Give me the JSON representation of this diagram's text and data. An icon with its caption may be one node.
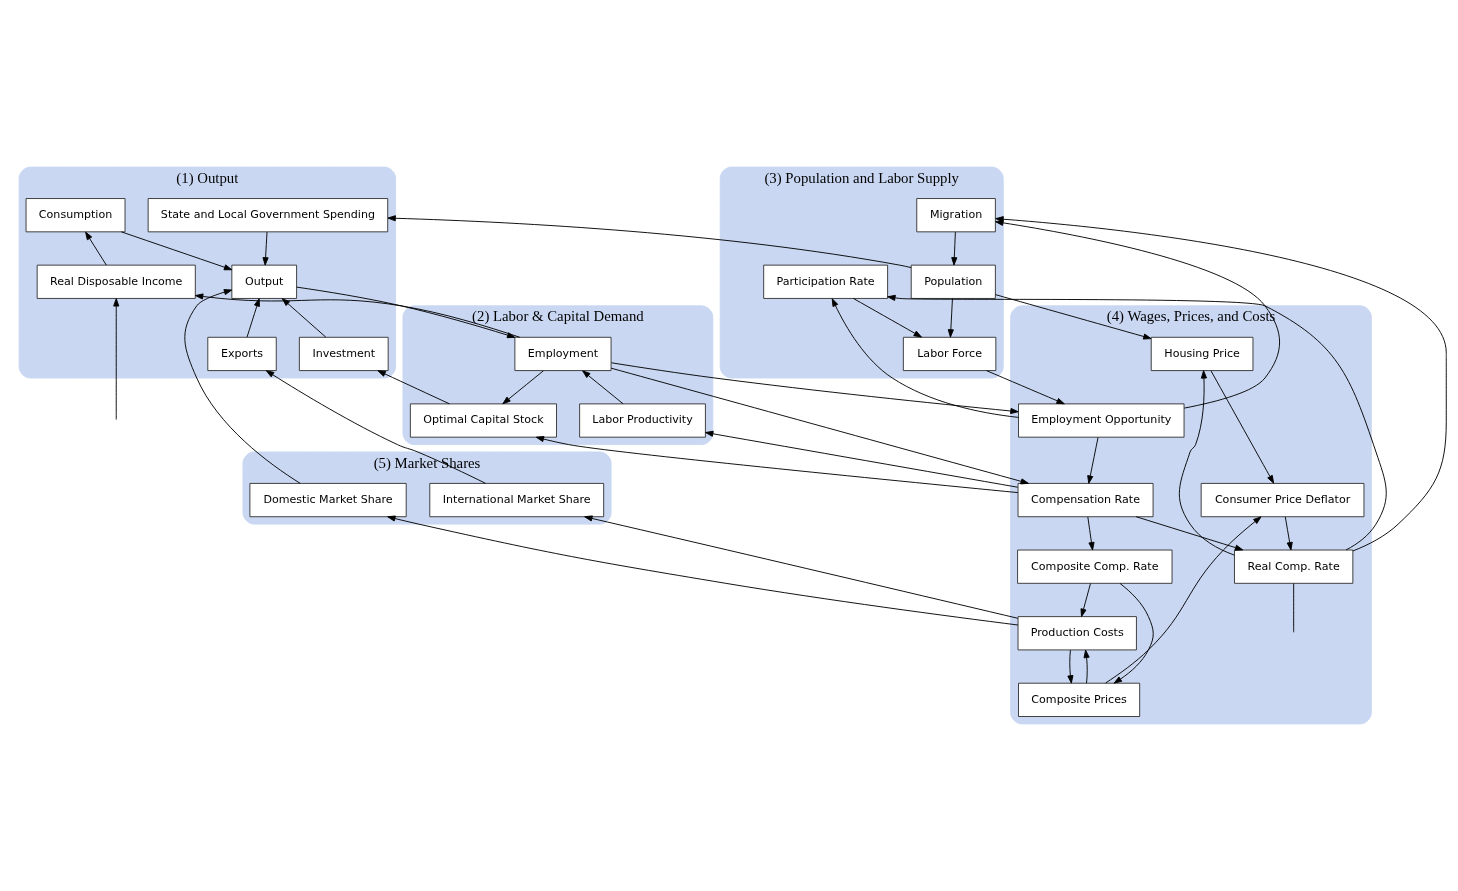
{
  "diagram": {
    "nodes": [
      {
        "text": [
          "(1) Output"
        ]
      },
      {
        "text": [
          "State and Local Government Spending"
        ],
        "in": 0
      },
      {
        "text": [
          "Output"
        ],
        "in": 0
      },
      {
        "text": [
          "Consumption"
        ],
        "in": 0
      },
      {
        "text": [
          "Investment"
        ],
        "in": 0
      },
      {
        "text": [
          "Exports"
        ],
        "in": 0
      },
      {
        "text": [
          "Real Disposable Income"
        ],
        "in": 0
      },
      {
        "text": [
          "(3) Population and Labor Supply"
        ]
      },
      {
        "text": [
          "Migration"
        ],
        "in": 7
      },
      {
        "text": [
          "Population"
        ],
        "in": 7
      },
      {
        "text": [
          "Participation Rate"
        ],
        "in": 7
      },
      {
        "text": [
          "Labor Force"
        ],
        "in": 7
      },
      {
        "text": [
          "(2) Labor & Capital Demand"
        ]
      },
      {
        "text": [
          "Optimal Capital Stock"
        ],
        "in": 12
      },
      {
        "text": [
          "Employment"
        ],
        "in": 12
      },
      {
        "text": [
          "Labor Productivity"
        ],
        "in": 12
      },
      {
        "text": [
          "(5) Market Shares"
        ]
      },
      {
        "text": [
          "Domestic Market Share"
        ],
        "in": 16
      },
      {
        "text": [
          "International Market Share"
        ],
        "in": 16
      },
      {
        "text": [
          "(4) Wages, Prices, and Costs"
        ]
      },
      {
        "text": [
          "Employment Opportunity"
        ],
        "in": 19
      },
      {
        "text": [
          "Compensation Rate"
        ],
        "in": 19
      },
      {
        "text": [
          "Composite Comp. Rate"
        ],
        "in": 19
      },
      {
        "text": [
          "Production Costs"
        ],
        "in": 19
      },
      {
        "text": [
          "Housing Price"
        ],
        "in": 19
      },
      {
        "text": [
          "Consumer Price Deflator"
        ],
        "in": 19
      },
      {
        "text": [
          "Real Comp. Rate"
        ],
        "in": 19
      },
      {
        "text": [
          "Composite Prices"
        ],
        "in": 19
      }
    ],
    "edges": [
      {
        "from": 1,
        "to": 2,
        "arrow": "to"
      },
      {
        "from": 3,
        "to": 2,
        "arrow": "to"
      },
      {
        "from": 6,
        "to": 3,
        "arrow": "to"
      },
      {
        "from": 4,
        "to": 2,
        "arrow": "to"
      },
      {
        "from": 5,
        "to": 2,
        "arrow": "to"
      },
      {
        "from": null,
        "to": 6,
        "arrow": "to"
      },
      {
        "from": 2,
        "to": 14,
        "arrow": "to"
      },
      {
        "from": 14,
        "to": 6,
        "arrow": "to"
      },
      {
        "from": 17,
        "to": 2,
        "arrow": "to"
      },
      {
        "from": 18,
        "to": 5,
        "arrow": "to"
      },
      {
        "from": 13,
        "to": 4,
        "arrow": "to"
      },
      {
        "from": 14,
        "to": 13,
        "arrow": "to"
      },
      {
        "from": 15,
        "to": 14,
        "arrow": "to"
      },
      {
        "from": 21,
        "to": 13,
        "arrow": "to"
      },
      {
        "from": 21,
        "to": 15,
        "arrow": "to"
      },
      {
        "from": 14,
        "to": 20,
        "arrow": "to"
      },
      {
        "from": 14,
        "to": 21,
        "arrow": "to"
      },
      {
        "from": 8,
        "to": 9,
        "arrow": "to"
      },
      {
        "from": 9,
        "to": 11,
        "arrow": "to"
      },
      {
        "from": 10,
        "to": 11,
        "arrow": "to"
      },
      {
        "from": 9,
        "to": 1,
        "arrow": "to"
      },
      {
        "from": 9,
        "to": 24,
        "arrow": "to"
      },
      {
        "from": 11,
        "to": 20,
        "arrow": "to"
      },
      {
        "from": 20,
        "to": 8,
        "arrow": "to"
      },
      {
        "from": 20,
        "to": 10,
        "arrow": "to"
      },
      {
        "from": 20,
        "to": 21,
        "arrow": "to"
      },
      {
        "from": 21,
        "to": 22,
        "arrow": "to"
      },
      {
        "from": 21,
        "to": 26,
        "arrow": "to"
      },
      {
        "from": 22,
        "to": 23,
        "arrow": "to"
      },
      {
        "from": 22,
        "to": 27,
        "arrow": "to"
      },
      {
        "from": 23,
        "to": 17,
        "arrow": "to"
      },
      {
        "from": 23,
        "to": 18,
        "arrow": "to"
      },
      {
        "from": 23,
        "to": 27,
        "arrow": "to"
      },
      {
        "from": 27,
        "to": 23,
        "arrow": "to"
      },
      {
        "from": 24,
        "to": 25,
        "arrow": "to"
      },
      {
        "from": 25,
        "to": 26,
        "arrow": "to"
      },
      {
        "from": 27,
        "to": 25,
        "arrow": "to"
      },
      {
        "from": 26,
        "to": 8,
        "arrow": "to"
      },
      {
        "from": 26,
        "to": 10,
        "arrow": "to"
      },
      {
        "from": 26,
        "to": 24,
        "arrow": "to"
      },
      {
        "from": 26,
        "to": null,
        "arrow": "none"
      }
    ]
  }
}
